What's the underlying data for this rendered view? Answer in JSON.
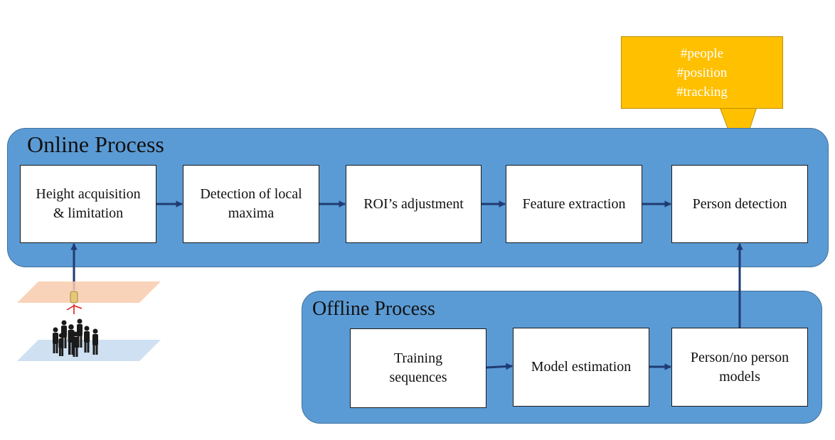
{
  "online": {
    "title": "Online Process",
    "steps": [
      "Height acquisition\n& limitation",
      "Detection of local\nmaxima",
      "ROI’s adjustment",
      "Feature extraction",
      "Person detection"
    ]
  },
  "offline": {
    "title": "Offline Process",
    "steps": [
      "Training\nsequences",
      "Model estimation",
      "Person/no person\nmodels"
    ]
  },
  "callout": {
    "lines": [
      "#people",
      "#position",
      "#tracking"
    ]
  },
  "colors": {
    "panel": "#5b9bd5",
    "callout": "#ffc000",
    "arrow": "#1f3b73"
  },
  "icons": {
    "scene": "overhead-camera-crowd-illustration"
  }
}
